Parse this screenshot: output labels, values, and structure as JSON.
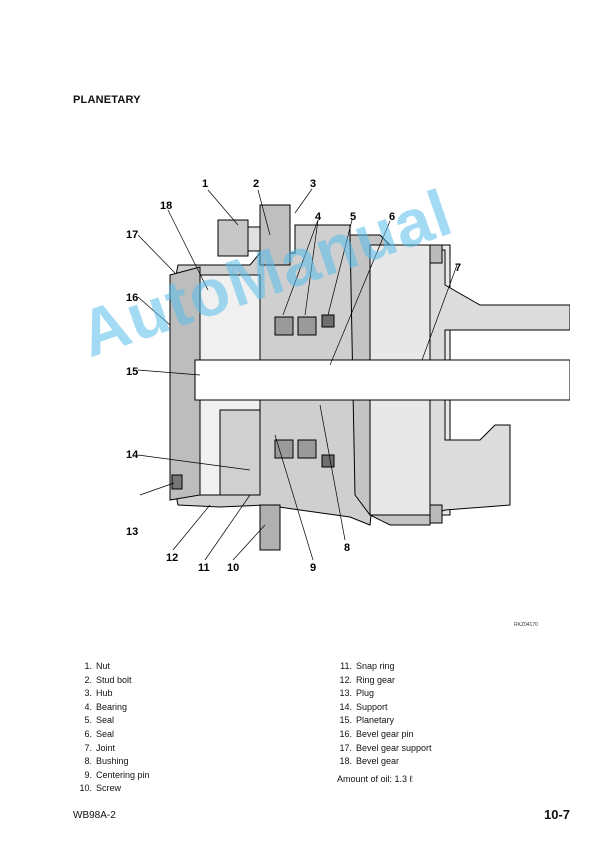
{
  "title": "PLANETARY",
  "figure": {
    "ref_code": "RKZ04170",
    "callouts": [
      "1",
      "2",
      "3",
      "4",
      "5",
      "6",
      "7",
      "8",
      "9",
      "10",
      "11",
      "12",
      "13",
      "14",
      "15",
      "16",
      "17",
      "18"
    ]
  },
  "watermark": "AutoManual",
  "legend_left": [
    {
      "num": "1.",
      "label": "Nut"
    },
    {
      "num": "2.",
      "label": "Stud bolt"
    },
    {
      "num": "3.",
      "label": "Hub"
    },
    {
      "num": "4.",
      "label": "Bearing"
    },
    {
      "num": "5.",
      "label": "Seal"
    },
    {
      "num": "6.",
      "label": "Seal"
    },
    {
      "num": "7.",
      "label": "Joint"
    },
    {
      "num": "8.",
      "label": "Bushing"
    },
    {
      "num": "9.",
      "label": "Centering pin"
    },
    {
      "num": "10.",
      "label": "Screw"
    }
  ],
  "legend_right": [
    {
      "num": "11.",
      "label": "Snap ring"
    },
    {
      "num": "12.",
      "label": "Ring gear"
    },
    {
      "num": "13.",
      "label": "Plug"
    },
    {
      "num": "14.",
      "label": "Support"
    },
    {
      "num": "15.",
      "label": "Planetary"
    },
    {
      "num": "16.",
      "label": "Bevel gear pin"
    },
    {
      "num": "17.",
      "label": "Bevel gear support"
    },
    {
      "num": "18.",
      "label": "Bevel gear"
    }
  ],
  "oil_amount": "Amount of oil: 1.3 ℓ",
  "footer": {
    "model": "WB98A-2",
    "page": "10-7"
  }
}
